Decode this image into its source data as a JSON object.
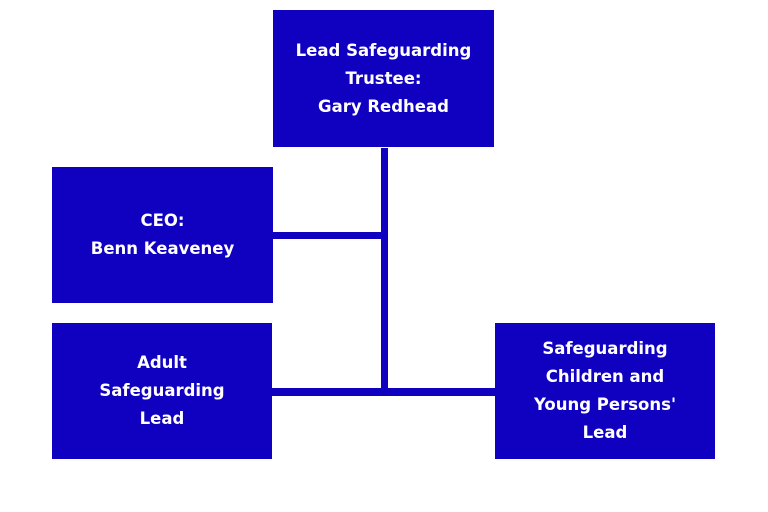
{
  "colors": {
    "box": "#1000c0",
    "text": "#ffffff",
    "connector": "#1000c0"
  },
  "nodes": {
    "trustee": {
      "lines": [
        "Lead Safeguarding",
        "Trustee:",
        "Gary Redhead"
      ]
    },
    "ceo": {
      "lines": [
        "CEO:",
        "Benn Keaveney"
      ]
    },
    "adult": {
      "lines": [
        "Adult",
        "Safeguarding",
        "Lead"
      ]
    },
    "children": {
      "lines": [
        "Safeguarding",
        "Children and",
        "Young Persons'",
        "Lead"
      ]
    }
  }
}
